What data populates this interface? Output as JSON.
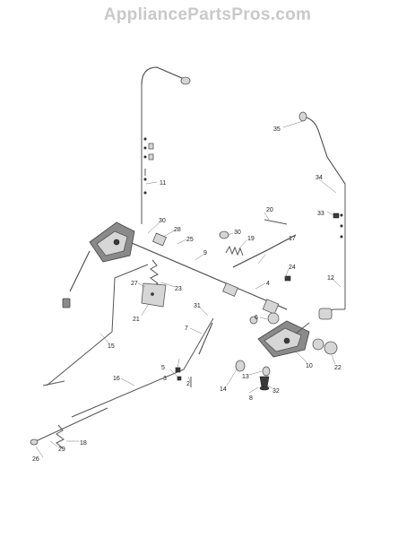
{
  "watermark": {
    "text": "AppliancePartsPros.com"
  },
  "callouts": [
    {
      "id": "c35",
      "label": "35"
    },
    {
      "id": "c34",
      "label": "34"
    },
    {
      "id": "c33",
      "label": "33"
    },
    {
      "id": "c11",
      "label": "11"
    },
    {
      "id": "c30a",
      "label": "30"
    },
    {
      "id": "c28",
      "label": "28"
    },
    {
      "id": "c25",
      "label": "25"
    },
    {
      "id": "c20",
      "label": "20"
    },
    {
      "id": "c30b",
      "label": "30"
    },
    {
      "id": "c19",
      "label": "19"
    },
    {
      "id": "c9",
      "label": "9"
    },
    {
      "id": "c17",
      "label": "17"
    },
    {
      "id": "c24",
      "label": "24"
    },
    {
      "id": "c4",
      "label": "4"
    },
    {
      "id": "c12",
      "label": "12"
    },
    {
      "id": "c27",
      "label": "27"
    },
    {
      "id": "c23",
      "label": "23"
    },
    {
      "id": "c21",
      "label": "21"
    },
    {
      "id": "c31",
      "label": "31"
    },
    {
      "id": "c6",
      "label": "6"
    },
    {
      "id": "c7",
      "label": "7"
    },
    {
      "id": "c15",
      "label": "15"
    },
    {
      "id": "c10",
      "label": "10"
    },
    {
      "id": "c22",
      "label": "22"
    },
    {
      "id": "c5",
      "label": "5"
    },
    {
      "id": "c3",
      "label": "3"
    },
    {
      "id": "c2",
      "label": "2"
    },
    {
      "id": "c16",
      "label": "16"
    },
    {
      "id": "c14",
      "label": "14"
    },
    {
      "id": "c13",
      "label": "13"
    },
    {
      "id": "c32",
      "label": "32"
    },
    {
      "id": "c8",
      "label": "8"
    },
    {
      "id": "c18",
      "label": "18"
    },
    {
      "id": "c29",
      "label": "29"
    },
    {
      "id": "c26",
      "label": "26"
    }
  ]
}
